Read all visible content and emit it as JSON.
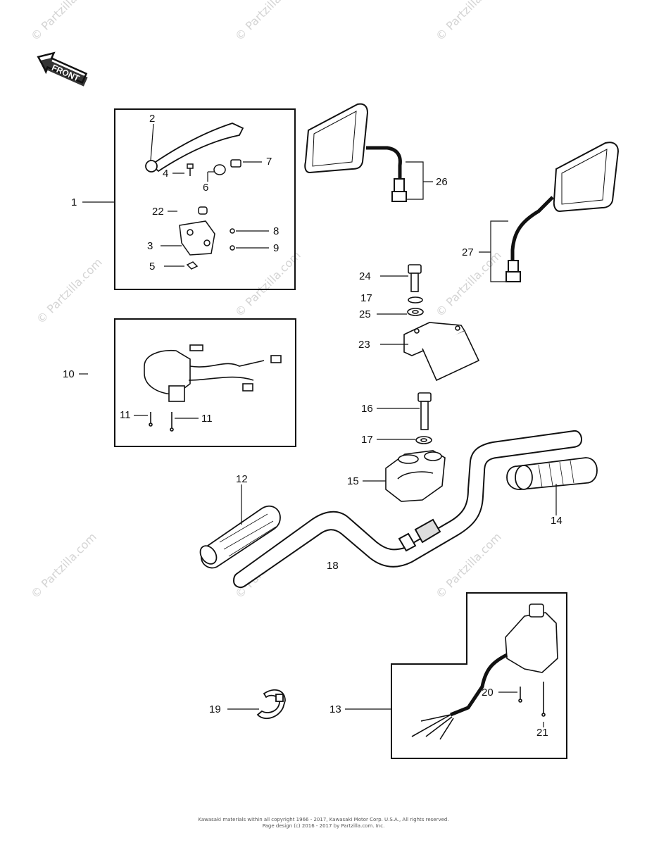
{
  "front_arrow": {
    "label": "FRONT"
  },
  "watermark": {
    "text": "© Partzilla.com"
  },
  "callouts": {
    "c1": "1",
    "c2": "2",
    "c3": "3",
    "c4": "4",
    "c5": "5",
    "c6": "6",
    "c7": "7",
    "c8": "8",
    "c9": "9",
    "c10": "10",
    "c11a": "11",
    "c11b": "11",
    "c12": "12",
    "c13": "13",
    "c14": "14",
    "c15": "15",
    "c16": "16",
    "c17a": "17",
    "c17b": "17",
    "c18": "18",
    "c19": "19",
    "c20": "20",
    "c21": "21",
    "c22": "22",
    "c23": "23",
    "c24": "24",
    "c25": "25",
    "c26": "26",
    "c27": "27"
  },
  "footer": {
    "line1": "Kawasaki materials within all copyright 1966 - 2017, Kawasaki Motor Corp. U.S.A., All rights reserved.",
    "line2": "Page design (c) 2016 - 2017 by Partzilla.com. Inc."
  }
}
